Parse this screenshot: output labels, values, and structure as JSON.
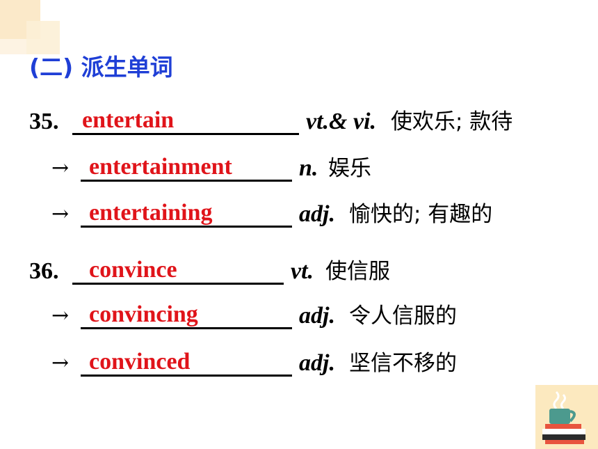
{
  "heading": "(二) 派生单词",
  "entries": [
    {
      "prefix": "35.",
      "answer": "entertain",
      "pos": "vt.& vi.",
      "meaning": "使欢乐; 款待"
    },
    {
      "prefix": "→",
      "answer": "entertainment",
      "pos": "n.",
      "meaning": "娱乐"
    },
    {
      "prefix": "→",
      "answer": "entertaining",
      "pos": "adj.",
      "meaning": "愉快的; 有趣的"
    },
    {
      "prefix": "36.",
      "answer": "convince",
      "pos": "vt.",
      "meaning": "使信服"
    },
    {
      "prefix": "→",
      "answer": "convincing",
      "pos": "adj.",
      "meaning": "令人信服的"
    },
    {
      "prefix": "→",
      "answer": "convinced",
      "pos": "adj.",
      "meaning": "坚信不移的"
    }
  ],
  "colors": {
    "heading": "#1f3fd6",
    "answer": "#e0141a",
    "text": "#000000",
    "accent_bg": "#fbe9c9"
  },
  "icons": [
    "coffee-cup-icon",
    "book-stack-icon"
  ]
}
